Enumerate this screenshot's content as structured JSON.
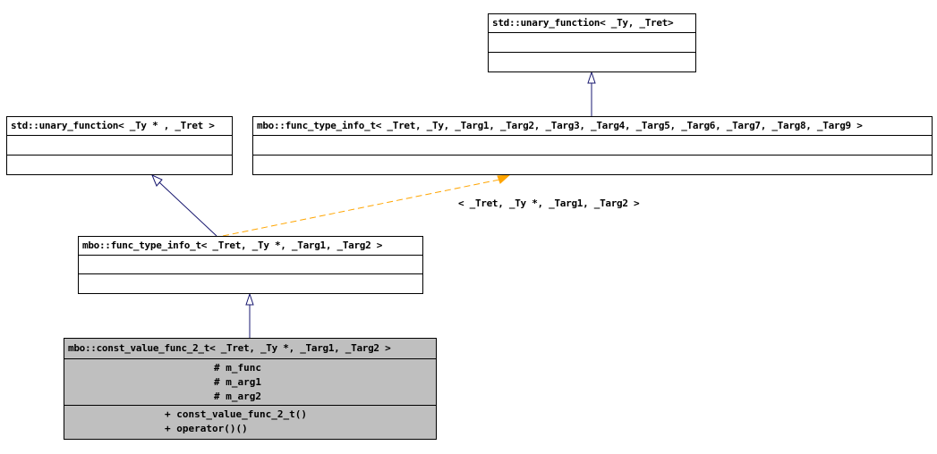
{
  "classes": {
    "unary_func_ty": {
      "name": "std::unary_function< _Ty, _Tret>"
    },
    "unary_func_typtr": {
      "name": "std::unary_function< _Ty * , _Tret >"
    },
    "func_type_info_generic": {
      "name": "mbo::func_type_info_t< _Tret, _Ty, _Targ1, _Targ2, _Targ3, _Targ4, _Targ5, _Targ6, _Targ7, _Targ8, _Targ9 >"
    },
    "func_type_info_inst": {
      "name": "mbo::func_type_info_t< _Tret, _Ty *, _Targ1, _Targ2 >"
    },
    "const_value_func": {
      "name": "mbo::const_value_func_2_t< _Tret, _Ty *, _Targ1, _Targ2 >",
      "attributes": [
        "# m_func",
        "# m_arg1",
        "# m_arg2"
      ],
      "methods": [
        "+ const_value_func_2_t()",
        "+ operator()()"
      ]
    }
  },
  "template_binding_label": "< _Tret, _Ty *, _Targ1, _Targ2 >",
  "colors": {
    "inheritance": "#191970",
    "template_binding": "#ffa500",
    "highlight_fill": "#bfbfbf"
  }
}
